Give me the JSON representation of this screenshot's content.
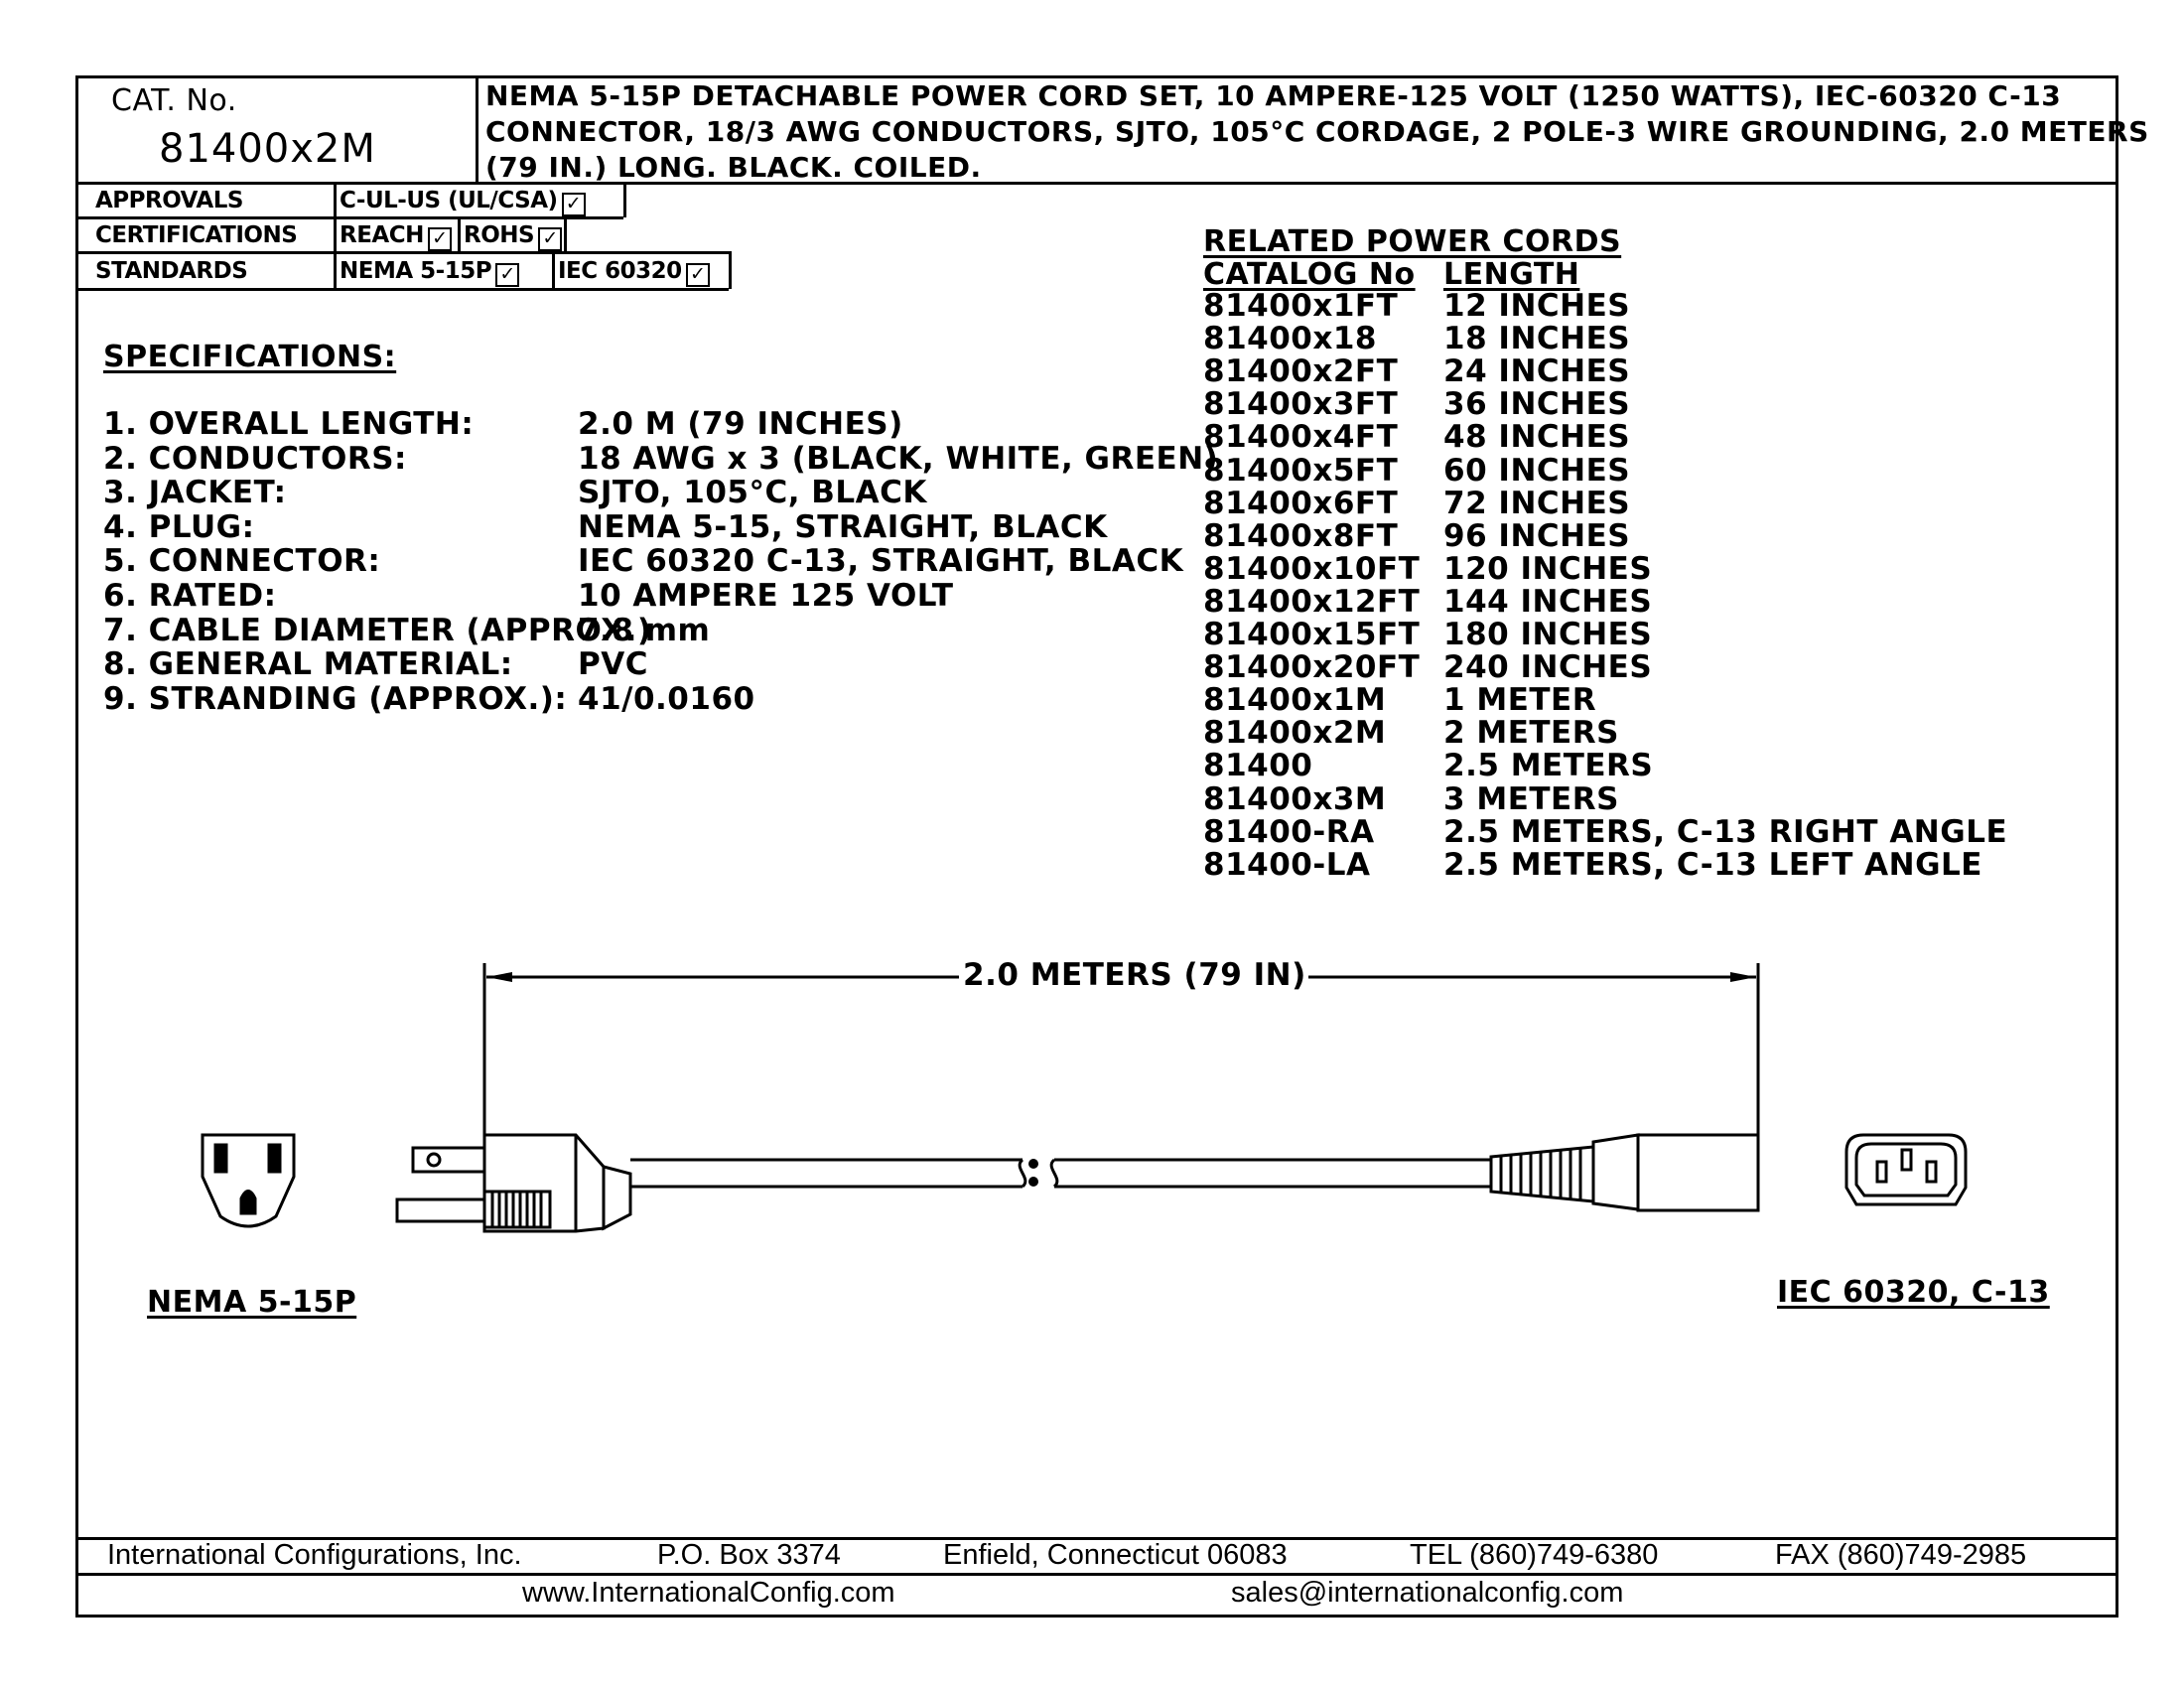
{
  "header": {
    "cat_label": "CAT. No.",
    "cat_number": "81400x2M",
    "description_lines": [
      "NEMA 5-15P DETACHABLE POWER CORD SET, 10 AMPERE-125 VOLT (1250 WATTS), IEC-60320 C-13",
      "CONNECTOR, 18/3 AWG CONDUCTORS, SJTO, 105°C CORDAGE, 2 POLE-3 WIRE GROUNDING, 2.0 METERS",
      "(79 IN.) LONG. BLACK. COILED."
    ]
  },
  "approvals_table": {
    "approvals_label": "APPROVALS",
    "approvals_value": "C-UL-US (UL/CSA)",
    "certifications_label": "CERTIFICATIONS",
    "cert_1": "REACH",
    "cert_2": "ROHS",
    "standards_label": "STANDARDS",
    "std_1": "NEMA 5-15P",
    "std_2": "IEC 60320",
    "check_mark": "✓"
  },
  "specifications": {
    "title": "SPECIFICATIONS:",
    "items": [
      {
        "label": "1. OVERALL LENGTH:",
        "value": "2.0 M (79 INCHES)"
      },
      {
        "label": "2. CONDUCTORS:",
        "value": "18 AWG x 3 (BLACK, WHITE, GREEN)"
      },
      {
        "label": "3. JACKET:",
        "value": "SJTO, 105°C, BLACK"
      },
      {
        "label": "4. PLUG:",
        "value": "NEMA 5-15, STRAIGHT, BLACK"
      },
      {
        "label": "5. CONNECTOR:",
        "value": "IEC 60320 C-13, STRAIGHT, BLACK"
      },
      {
        "label": "6. RATED:",
        "value": "10 AMPERE 125 VOLT"
      },
      {
        "label": "7. CABLE DIAMETER (APPROX.)",
        "value": "7.8 mm"
      },
      {
        "label": "8. GENERAL MATERIAL:",
        "value": "PVC"
      },
      {
        "label": "9. STRANDING (APPROX.):",
        "value": "41/0.0160"
      }
    ]
  },
  "related_cords": {
    "title": "RELATED POWER CORDS",
    "col_catalog": "CATALOG No",
    "col_length": "LENGTH",
    "rows": [
      {
        "catalog": "81400x1FT",
        "length": "12 INCHES"
      },
      {
        "catalog": "81400x18",
        "length": "18 INCHES"
      },
      {
        "catalog": "81400x2FT",
        "length": "24 INCHES"
      },
      {
        "catalog": "81400x3FT",
        "length": "36 INCHES"
      },
      {
        "catalog": "81400x4FT",
        "length": "48 INCHES"
      },
      {
        "catalog": "81400x5FT",
        "length": "60 INCHES"
      },
      {
        "catalog": "81400x6FT",
        "length": "72 INCHES"
      },
      {
        "catalog": "81400x8FT",
        "length": "96 INCHES"
      },
      {
        "catalog": "81400x10FT",
        "length": "120 INCHES"
      },
      {
        "catalog": "81400x12FT",
        "length": "144 INCHES"
      },
      {
        "catalog": "81400x15FT",
        "length": "180 INCHES"
      },
      {
        "catalog": "81400x20FT",
        "length": "240 INCHES"
      },
      {
        "catalog": "81400x1M",
        "length": "1 METER"
      },
      {
        "catalog": "81400x2M",
        "length": "2 METERS"
      },
      {
        "catalog": "81400",
        "length": "2.5 METERS"
      },
      {
        "catalog": "81400x3M",
        "length": "3 METERS"
      },
      {
        "catalog": "81400-RA",
        "length": "2.5 METERS, C-13 RIGHT ANGLE"
      },
      {
        "catalog": "81400-LA",
        "length": "2.5 METERS, C-13 LEFT ANGLE"
      }
    ]
  },
  "drawing": {
    "dimension_label": "2.0 METERS (79 IN)",
    "plug_face_label": "NEMA 5-15P",
    "connector_face_label": "IEC 60320, C-13"
  },
  "footer": {
    "company": "International Configurations, Inc.",
    "po_box": "P.O. Box 3374",
    "city": "Enfield, Connecticut 06083",
    "tel": "TEL (860)749-6380",
    "fax": "FAX (860)749-2985",
    "website": "www.InternationalConfig.com",
    "email": "sales@internationalconfig.com"
  }
}
